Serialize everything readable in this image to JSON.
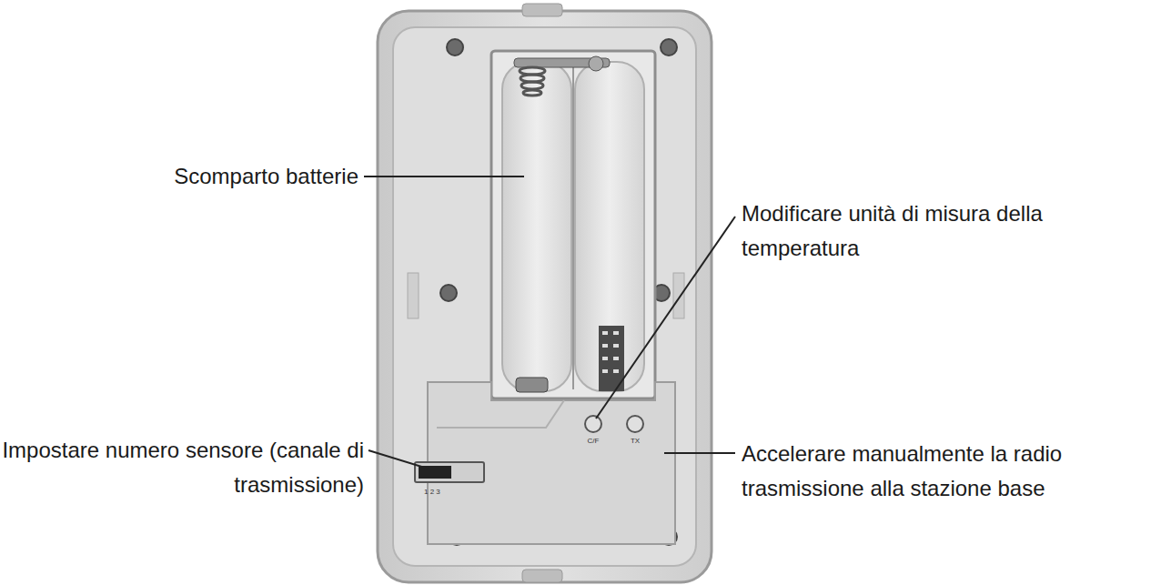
{
  "diagram": {
    "labels": [
      "Scomparto batterie",
      "Modificare unità di misura della temperatura",
      "Impostare numero sensore (canale di trasmissione)",
      "Accelerare manualmente la radio trasmissione alla stazione base",
      "1 2 3",
      "C/F",
      "TX"
    ]
  }
}
